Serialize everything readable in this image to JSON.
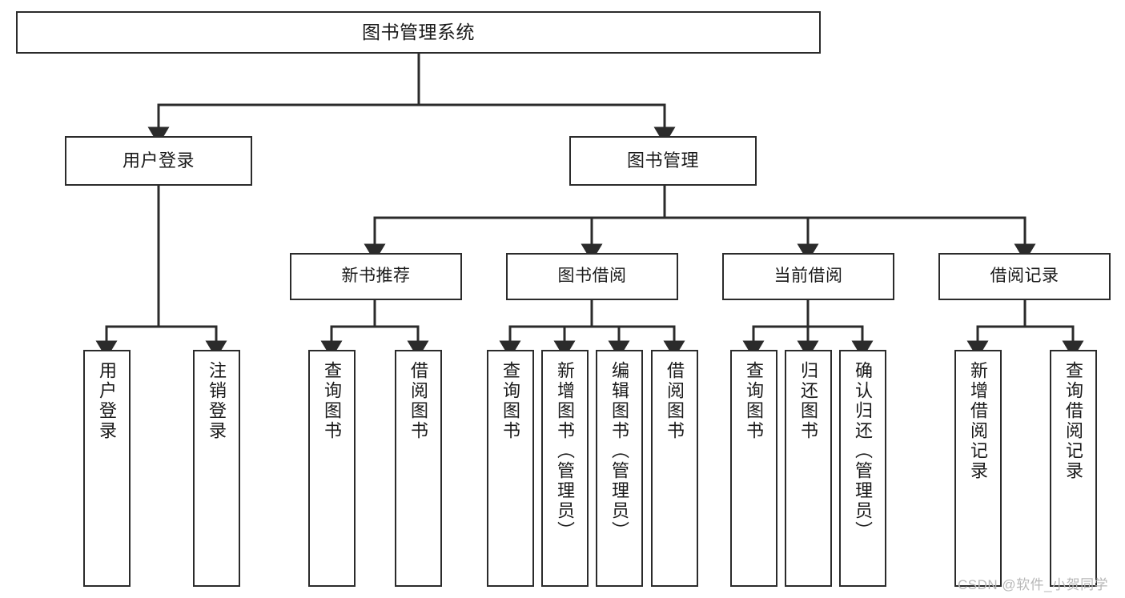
{
  "diagram": {
    "title": "图书管理系统",
    "type": "tree-hierarchy",
    "root": {
      "id": "root",
      "label": "图书管理系统"
    },
    "level1": [
      {
        "id": "user-login",
        "label": "用户登录"
      },
      {
        "id": "book-manage",
        "label": "图书管理"
      }
    ],
    "level2": [
      {
        "id": "new-book-recommend",
        "label": "新书推荐"
      },
      {
        "id": "book-borrow",
        "label": "图书借阅"
      },
      {
        "id": "current-borrow",
        "label": "当前借阅"
      },
      {
        "id": "borrow-record",
        "label": "借阅记录"
      }
    ],
    "leaves": {
      "user_login": [
        {
          "id": "leaf-user-login",
          "label": "用户登录"
        },
        {
          "id": "leaf-logout-login",
          "label": "注销登录"
        }
      ],
      "new_book_recommend": [
        {
          "id": "leaf-query-book-1",
          "label": "查询图书"
        },
        {
          "id": "leaf-borrow-book-1",
          "label": "借阅图书"
        }
      ],
      "book_borrow": [
        {
          "id": "leaf-query-book-2",
          "label": "查询图书"
        },
        {
          "id": "leaf-add-book",
          "label": "新增图书（管理员）"
        },
        {
          "id": "leaf-edit-book",
          "label": "编辑图书（管理员）"
        },
        {
          "id": "leaf-borrow-book-2",
          "label": "借阅图书"
        }
      ],
      "current_borrow": [
        {
          "id": "leaf-query-book-3",
          "label": "查询图书"
        },
        {
          "id": "leaf-return-book",
          "label": "归还图书"
        },
        {
          "id": "leaf-confirm-return",
          "label": "确认归还（管理员）"
        }
      ],
      "borrow_record": [
        {
          "id": "leaf-add-borrow-record",
          "label": "新增借阅记录"
        },
        {
          "id": "leaf-query-borrow-record",
          "label": "查询借阅记录"
        }
      ]
    }
  },
  "watermark": {
    "text": "CSDN @软件_小贺同学"
  },
  "colors": {
    "stroke": "#2b2b2b",
    "fill": "#ffffff",
    "text": "#1a1a1a",
    "watermark": "#b8b8b8"
  }
}
